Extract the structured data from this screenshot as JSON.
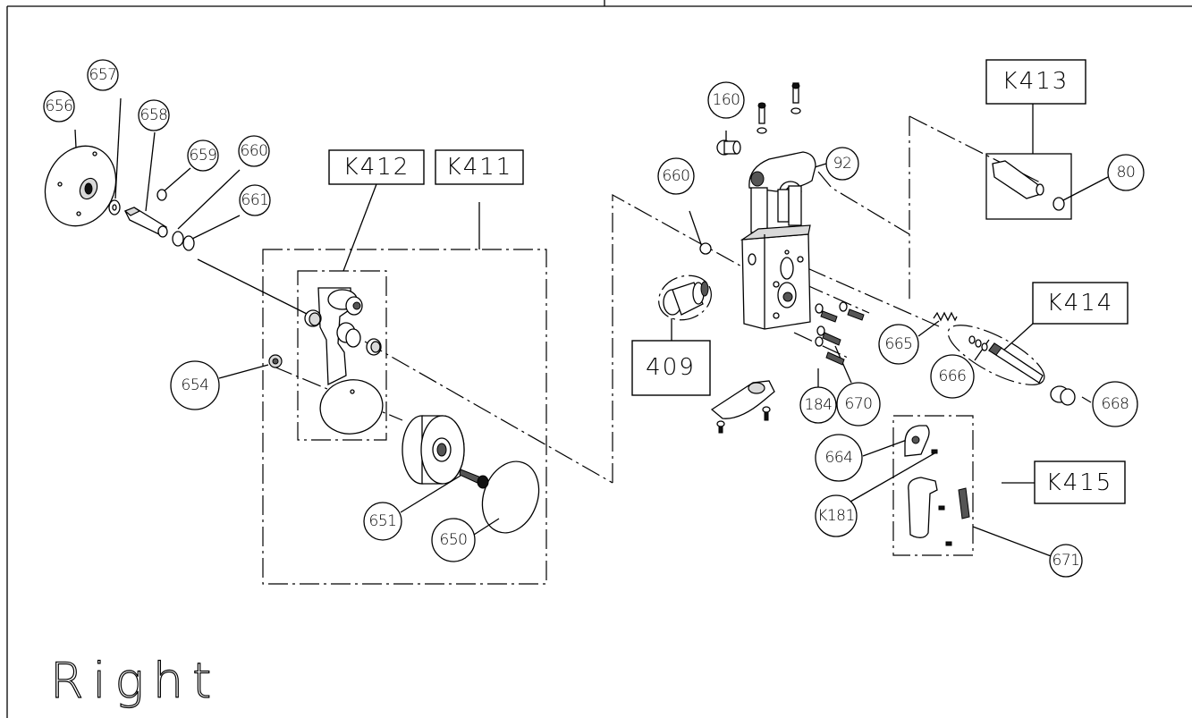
{
  "view_label": "Right",
  "kit_labels": [
    "K412",
    "K411",
    "K413",
    "K414",
    "K415",
    "409"
  ],
  "part_numbers": [
    "656",
    "657",
    "658",
    "659",
    "660",
    "661",
    "654",
    "651",
    "650",
    "160",
    "92",
    "660",
    "80",
    "665",
    "666",
    "668",
    "184",
    "670",
    "664",
    "K181",
    "671"
  ]
}
